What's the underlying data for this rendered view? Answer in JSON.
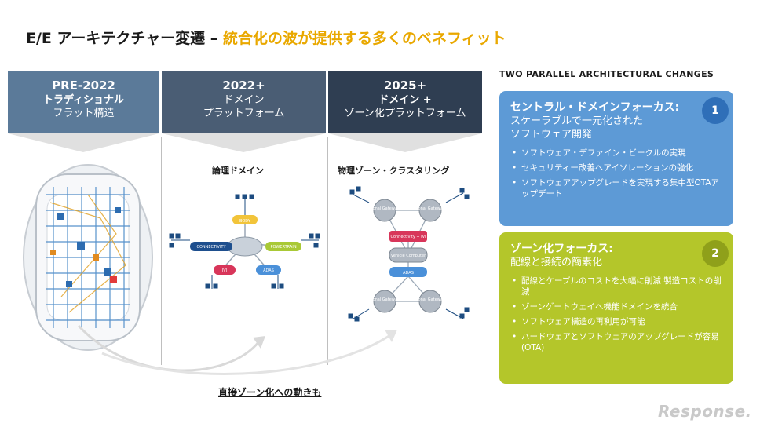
{
  "title": {
    "main": "E/E アーキテクチャー変遷 –",
    "accent": "統合化の波が提供する多くのベネフィット"
  },
  "columns": [
    {
      "line1": "PRE-2022",
      "line2": "トラディショナル",
      "line3": "フラット構造",
      "color": "#5b7a99"
    },
    {
      "line1": "2022+",
      "line2": "ドメイン",
      "line3": "プラットフォーム",
      "color": "#4a5d74"
    },
    {
      "line1": "2025+",
      "line2": "ドメイン +",
      "line3": "ゾーン化プラットフォーム",
      "color": "#2f3e52"
    }
  ],
  "domain_diagram": {
    "title": "論理ドメイン",
    "nodes": [
      "BODY",
      "CONNECTIVITY",
      "POWERTRAIN",
      "IVI",
      "ADAS"
    ]
  },
  "zonal_diagram": {
    "title": "物理ゾーン・クラスタリング",
    "nodes": [
      "Zonal Gateway",
      "Zonal Gateway",
      "Connectivity + IVI",
      "Vehicle Computer",
      "ADAS",
      "Zonal Gateway",
      "Zonal Gateway"
    ]
  },
  "bottom_label": "直接ゾーン化への動きも",
  "right": {
    "heading": "TWO PARALLEL ARCHITECTURAL  CHANGES",
    "card1": {
      "number": "1",
      "title": "セントラル・ドメインフォーカス:",
      "subtitle1": "スケーラブルで一元化された",
      "subtitle2": "ソフトウェア開発",
      "bullets": [
        "ソフトウェア・デファイン・ビークルの実現",
        "セキュリティー改善へアイソレーションの強化",
        "ソフトウェアアップグレードを実現する集中型OTAアップデート"
      ],
      "color": "#5d9ad6",
      "badge_color": "#2f6fb8"
    },
    "card2": {
      "number": "2",
      "title": "ゾーン化フォーカス:",
      "subtitle1": "配線と接続の簡素化",
      "bullets": [
        "配線とケーブルのコストを大幅に削減 製造コストの削減",
        "ゾーンゲートウェイへ機能ドメインを統合",
        "ソフトウェア構造の再利用が可能",
        "ハードウェアとソフトウェアのアップグレードが容易(OTA)"
      ],
      "color": "#b4c62a",
      "badge_color": "#8fa01a"
    }
  },
  "logo": {
    "text": "Response."
  }
}
